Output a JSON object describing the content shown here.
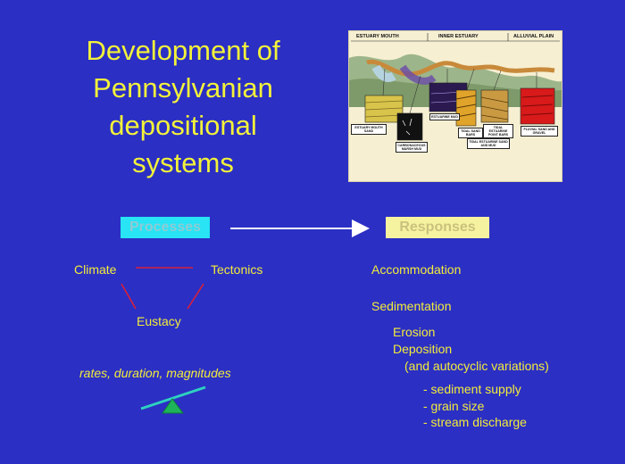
{
  "title": {
    "lines": [
      "Development of",
      "Pennsylvanian",
      "depositional",
      "systems"
    ]
  },
  "figure": {
    "headers": [
      "ESTUARY MOUTH",
      "INNER ESTUARY",
      "ALLUVIAL PLAIN"
    ],
    "labels": [
      "ESTUARY MOUTH SAND",
      "ESTUARINE MUD",
      "TIDAL SAND BARS",
      "TIDAL ESTUARINE POINT BARS",
      "FLUVIAL SAND AND GRAVEL",
      "CARBONACEOUS MARSH MUD",
      "TIDAL ESTUARINE SAND AND MUD"
    ]
  },
  "processes_label": "Processes",
  "responses_label": "Responses",
  "process_factors": {
    "climate": "Climate",
    "tectonics": "Tectonics",
    "eustacy": "Eustacy"
  },
  "rates_text": "rates, duration, magnitudes",
  "responses": {
    "accommodation": "Accommodation",
    "sedimentation": "Sedimentation",
    "erosion": "Erosion",
    "deposition": "Deposition",
    "autocyclic": "(and autocyclic variations)",
    "list": [
      "- sediment supply",
      "- grain size",
      "- stream discharge"
    ]
  },
  "colors": {
    "background": "#2b2fc4",
    "text": "#f3ec3a",
    "processes_box": "#28e4f4",
    "responses_box": "#f6f3a0",
    "triangle_lines": "#d8203a",
    "seesaw_beam": "#2fd0c0",
    "seesaw_pivot": "#1fb45a"
  }
}
